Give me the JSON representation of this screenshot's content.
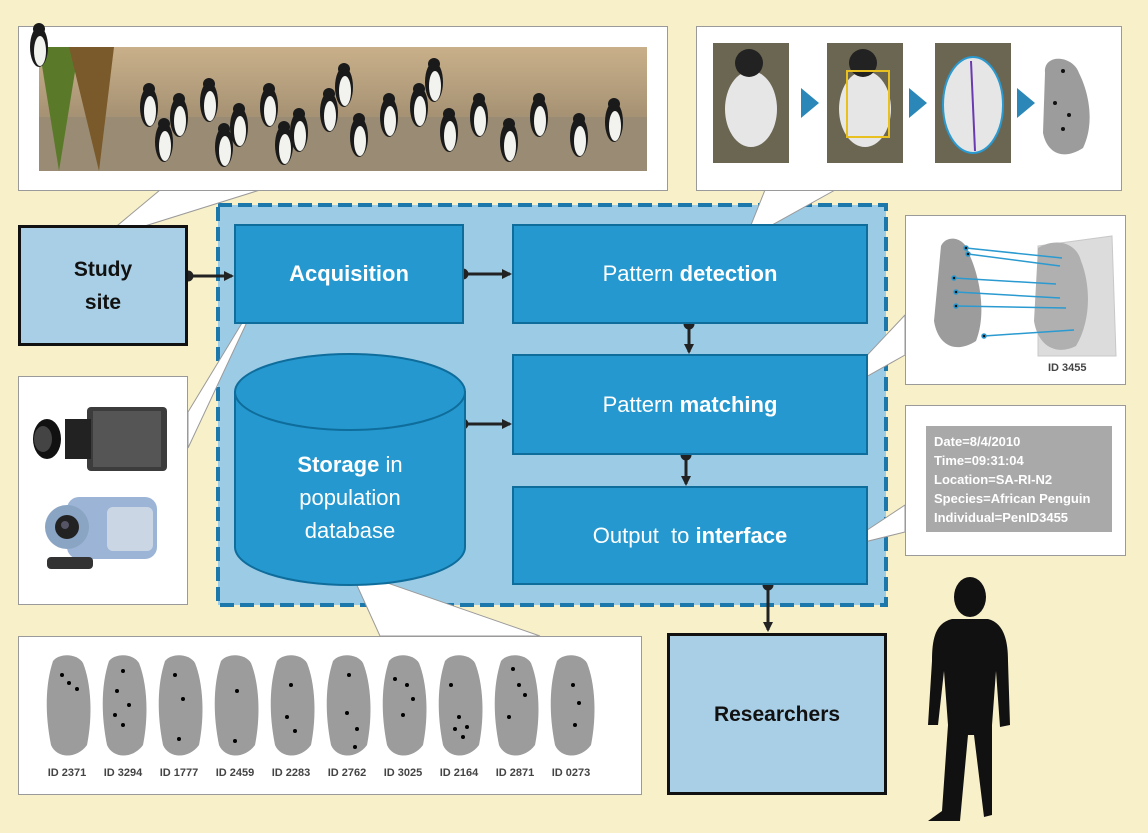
{
  "study_site": {
    "line1": "Study",
    "line2": "site"
  },
  "acquisition": {
    "label": "Acquisition"
  },
  "detection": {
    "prefix": "Pattern ",
    "bold": "detection"
  },
  "matching": {
    "prefix": "Pattern ",
    "bold": "matching"
  },
  "output": {
    "prefix": "Output  to ",
    "bold": "interface"
  },
  "storage": {
    "bold": "Storage",
    "rest": " in",
    "line2": "population",
    "line3": "database"
  },
  "researchers": {
    "label": "Researchers"
  },
  "match_id": "ID 3455",
  "metadata": [
    "Date=8/4/2010",
    "Time=09:31:04",
    "Location=SA-RI-N2",
    "Species=African Penguin",
    "Individual=PenID3455"
  ],
  "database_ids": [
    "ID 2371",
    "ID 3294",
    "ID 1777",
    "ID 2459",
    "ID 2283",
    "ID 2762",
    "ID 3025",
    "ID 2164",
    "ID 2871",
    "ID 0273"
  ],
  "colors": {
    "background": "#f8f0c8",
    "system_panel": "#9ccbe6",
    "process_box": "#2599cf",
    "side_box": "#a8cfe6",
    "metadata_panel": "#a9a9a9",
    "spot_pattern": "#9c9c9c"
  }
}
